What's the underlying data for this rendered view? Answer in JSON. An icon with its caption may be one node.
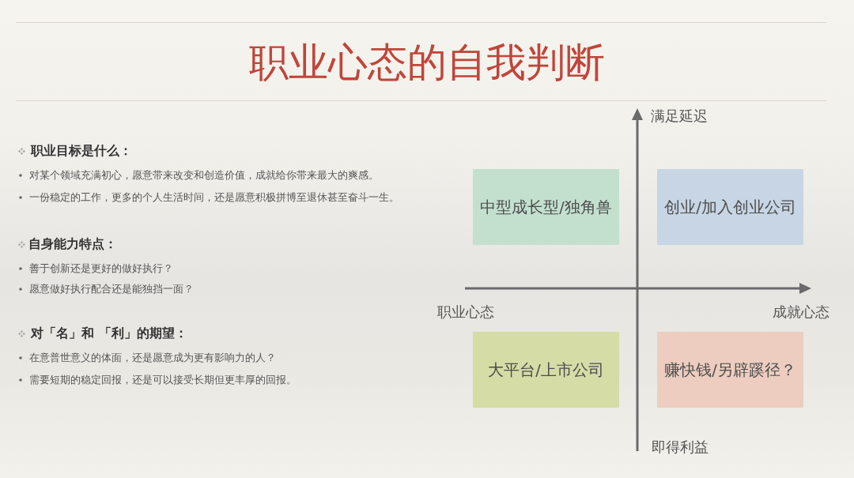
{
  "diagram": {
    "title": "职业心态的自我判断",
    "nodes": [
      {
        "text": [
          "中型成长型/独角兽"
        ]
      },
      {
        "text": [
          "创业/加入创业公司"
        ]
      },
      {
        "text": [
          "大平台/上市公司"
        ]
      },
      {
        "text": [
          "赚快钱/另辟蹊径？"
        ]
      }
    ],
    "labels": [
      "职业目标是什么：",
      "对某个领域充满初心，愿意带来改变和创造价值，成就给你带来最大的爽感。",
      "一份稳定的工作，更多的个人生活时间，还是愿意积极拼博至退休甚至奋斗一生。",
      "自身能力特点：",
      "善于创新还是更好的做好执行？",
      "愿意做好执行配合还是能独挡一面？",
      "对「名」和 「利」的期望：",
      "在意普世意义的体面，还是愿意成为更有影响力的人？",
      "需要短期的稳定回报，还是可以接受长期但更丰厚的回报。",
      "满足延迟",
      "职业心态",
      "成就心态",
      "即得利益"
    ]
  }
}
